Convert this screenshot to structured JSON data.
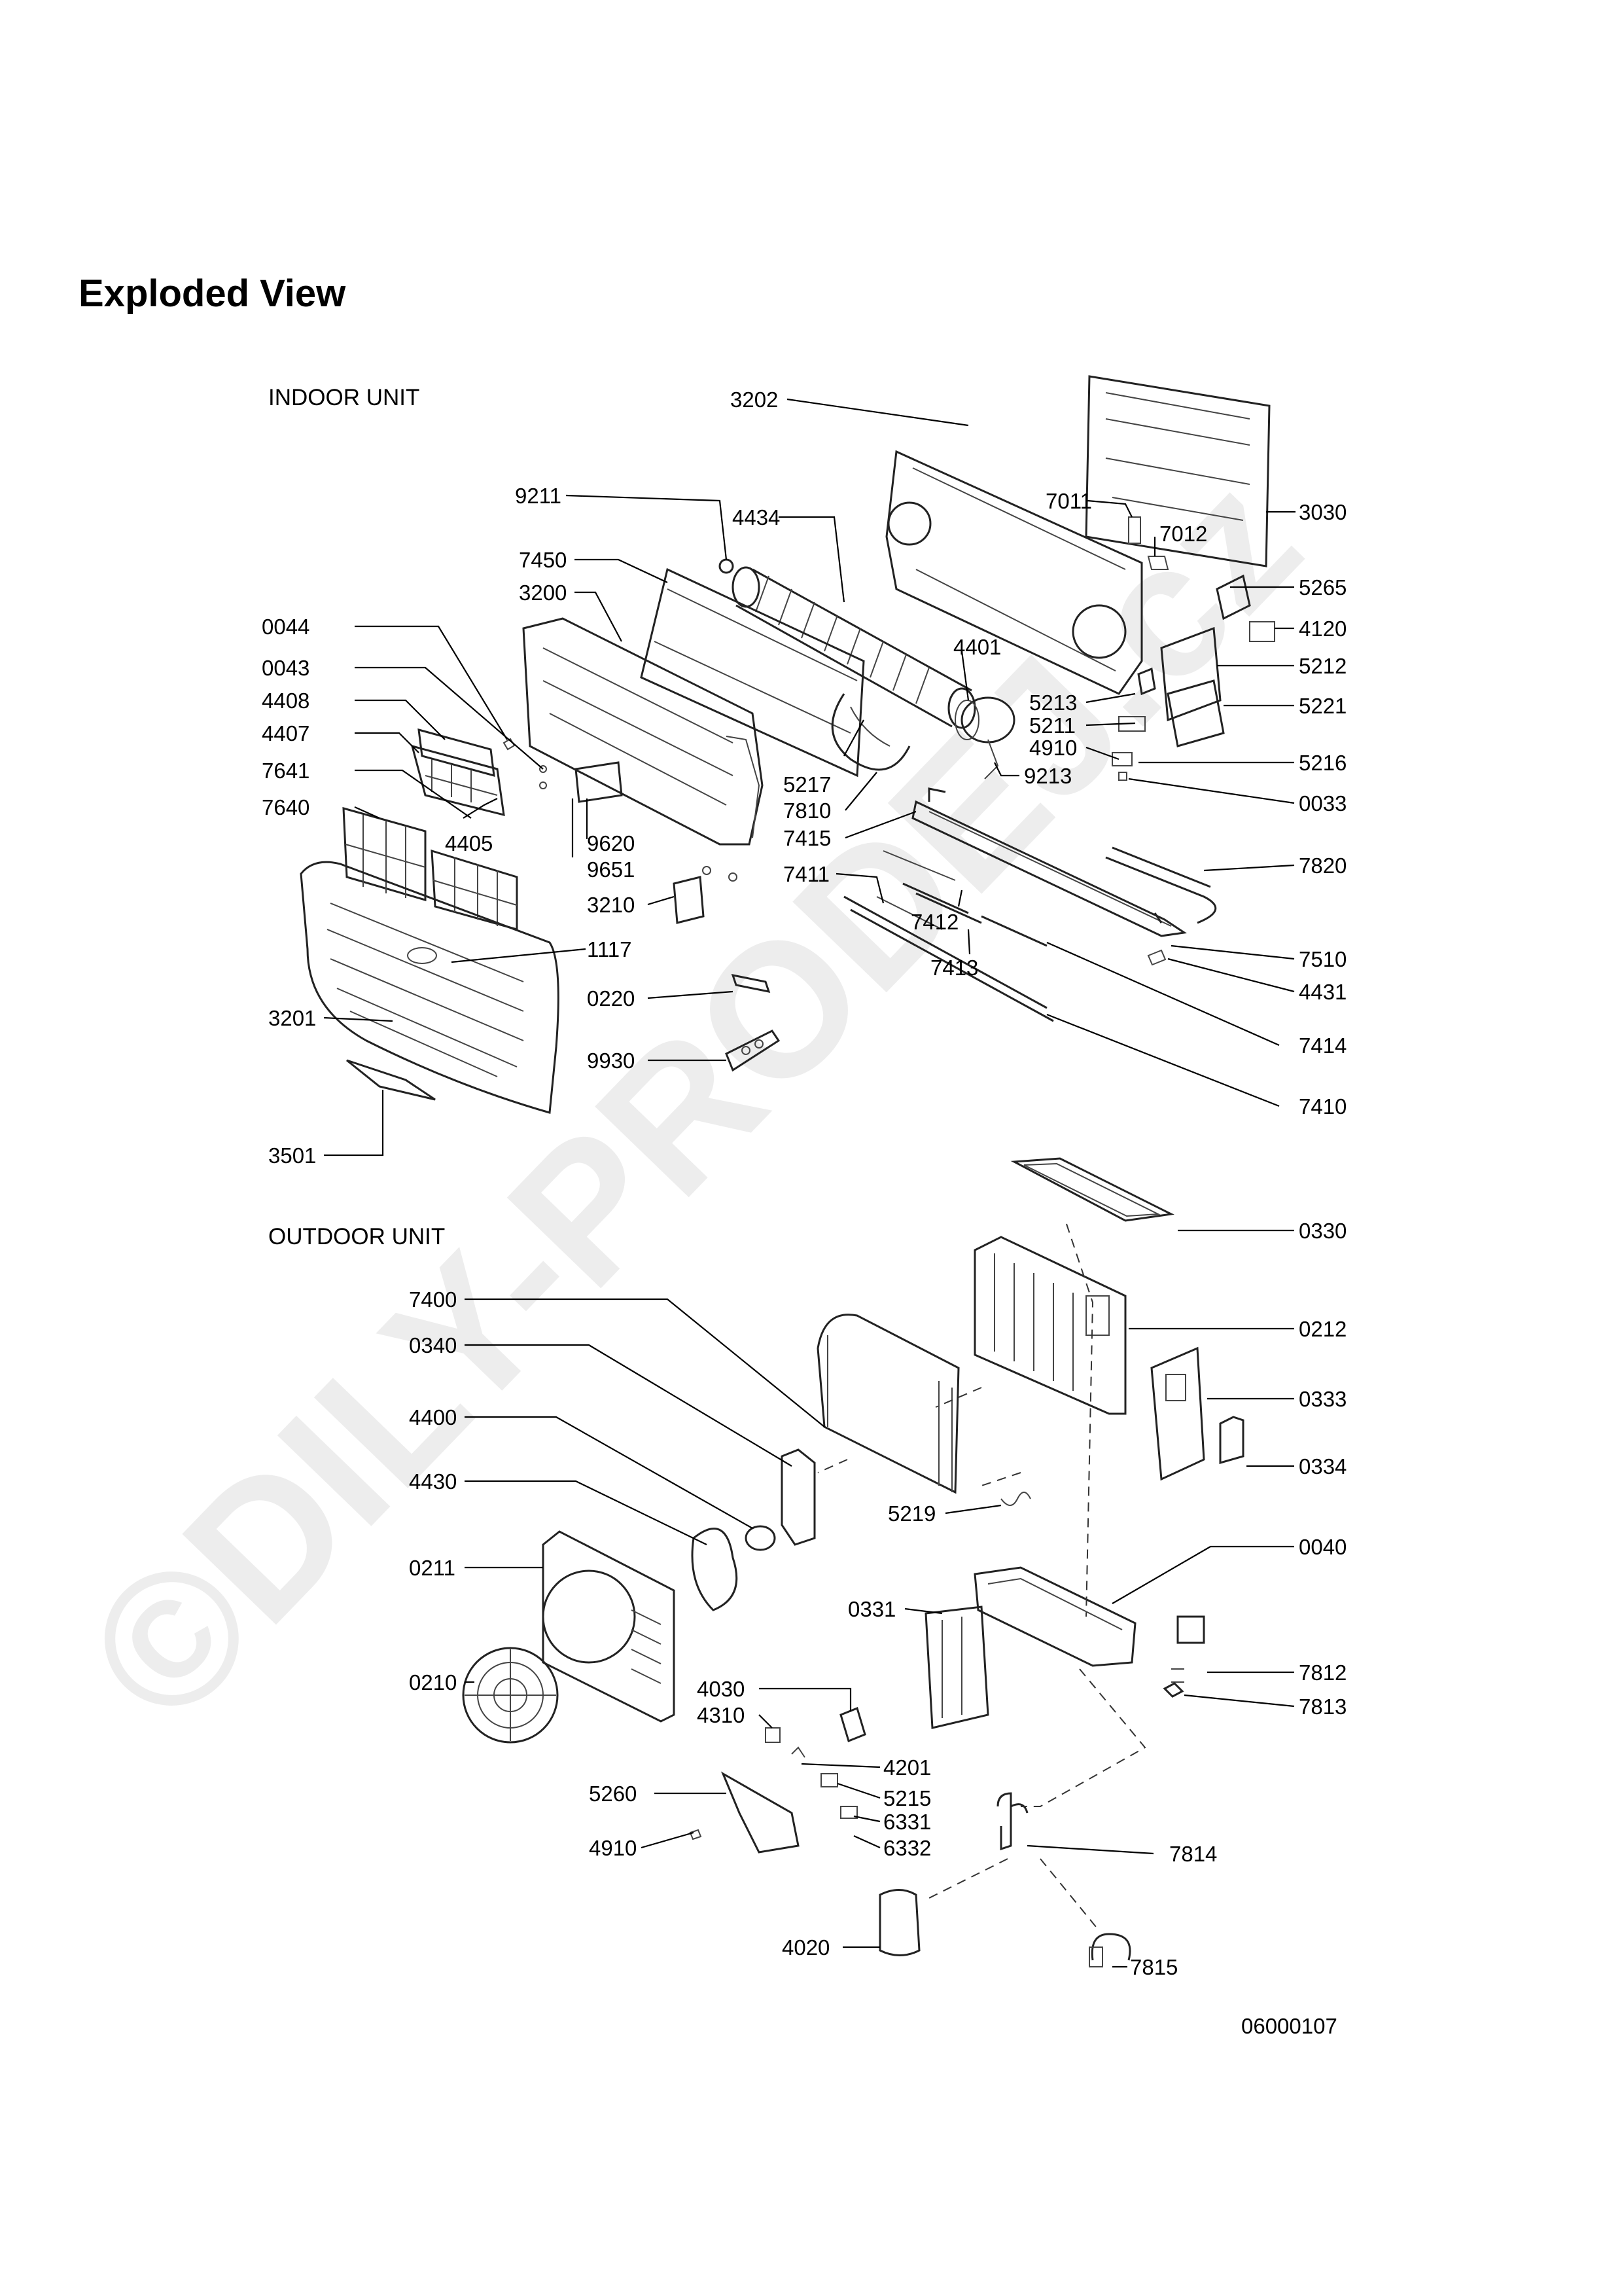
{
  "page": {
    "title": "Exploded View",
    "doc_code": "06000107",
    "watermark": "©DILY-PRODEJ.cz"
  },
  "sections": {
    "indoor": "INDOOR UNIT",
    "outdoor": "OUTDOOR UNIT"
  },
  "indoor_parts": [
    "3202",
    "9211",
    "7011",
    "3030",
    "7012",
    "4434",
    "7450",
    "3200",
    "5265",
    "4120",
    "0044",
    "4401",
    "5212",
    "0043",
    "5213",
    "5221",
    "4408",
    "5211",
    "4910",
    "4407",
    "5216",
    "9213",
    "7641",
    "5217",
    "0033",
    "4405",
    "7640",
    "7810",
    "9620",
    "7415",
    "9651",
    "7820",
    "7411",
    "3210",
    "7412",
    "1117",
    "7510",
    "7413",
    "4431",
    "0220",
    "3201",
    "7414",
    "9930",
    "7410",
    "3501"
  ],
  "outdoor_parts": [
    "0330",
    "7400",
    "0212",
    "0340",
    "0333",
    "4400",
    "0334",
    "4430",
    "5219",
    "0211",
    "0040",
    "0331",
    "7812",
    "0210",
    "4030",
    "7813",
    "4310",
    "4201",
    "5260",
    "5215",
    "6331",
    "4910",
    "6332",
    "7814",
    "4020",
    "7815"
  ],
  "colors": {
    "lines": "#222222",
    "watermark": "#1a1aff"
  }
}
